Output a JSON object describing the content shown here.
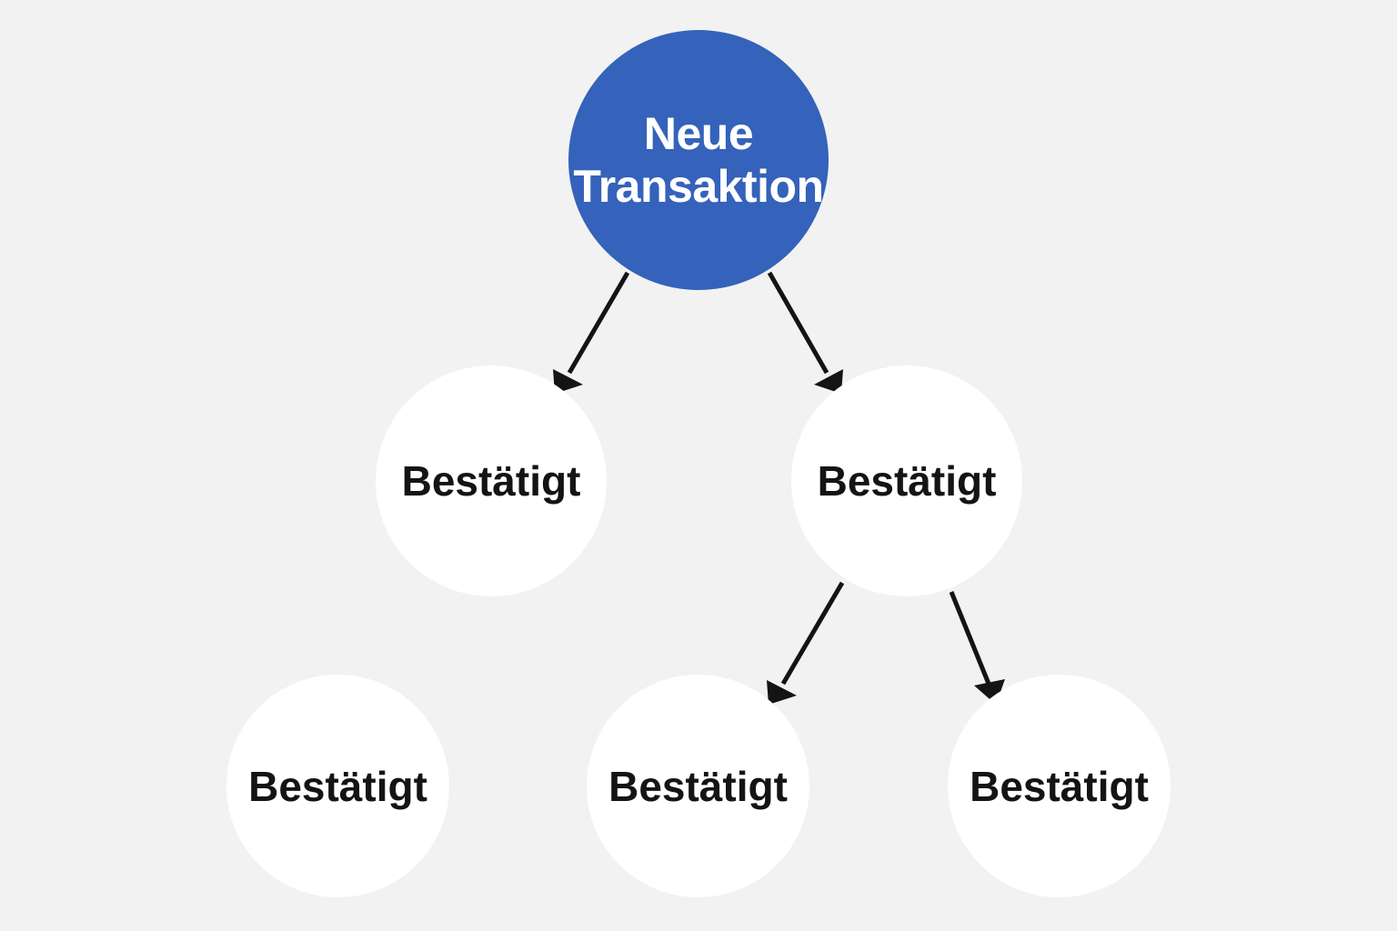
{
  "diagram": {
    "root": {
      "label": "Neue Transaktion",
      "color": "#3562ba",
      "text_color": "#ffffff"
    },
    "nodes": [
      {
        "label": "Bestätigt"
      },
      {
        "label": "Bestätigt"
      },
      {
        "label": "Bestätigt"
      },
      {
        "label": "Bestätigt"
      },
      {
        "label": "Bestätigt"
      }
    ],
    "edges": [
      {
        "from": "root",
        "to": "node-1"
      },
      {
        "from": "root",
        "to": "node-2"
      },
      {
        "from": "node-2",
        "to": "node-4"
      },
      {
        "from": "node-2",
        "to": "node-5"
      }
    ],
    "colors": {
      "background": "#f2f2f2",
      "node_fill": "#ffffff",
      "arrow": "#141414",
      "node_text": "#141414"
    }
  }
}
